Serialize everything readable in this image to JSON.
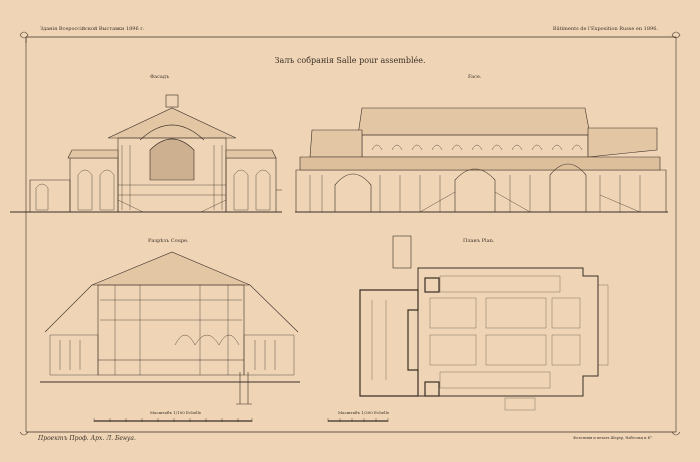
{
  "header": {
    "left": "Зданія Всероссійской Выставки 1896 г.",
    "right": "Bâtiments de l'Exposition Russe en 1896."
  },
  "title": "Залъ собранія  Salle pour assemblée.",
  "views": {
    "facade": "Фасадъ",
    "side": "Face.",
    "section": "Разрѣзъ Coupe.",
    "plan": "Планъ Plan."
  },
  "scales": {
    "section_scale": "Масштабъ 1/100 Echelle",
    "plan_scale": "Масштабъ 1/300 Echelle"
  },
  "footer": {
    "left": "Проектъ Проф. Арх. Л. Бенуа.",
    "right": "Фототипія и печать Шерер, Набгольц и К°"
  },
  "colors": {
    "paper": "#efd5b6",
    "ink": "#3a2e26"
  }
}
